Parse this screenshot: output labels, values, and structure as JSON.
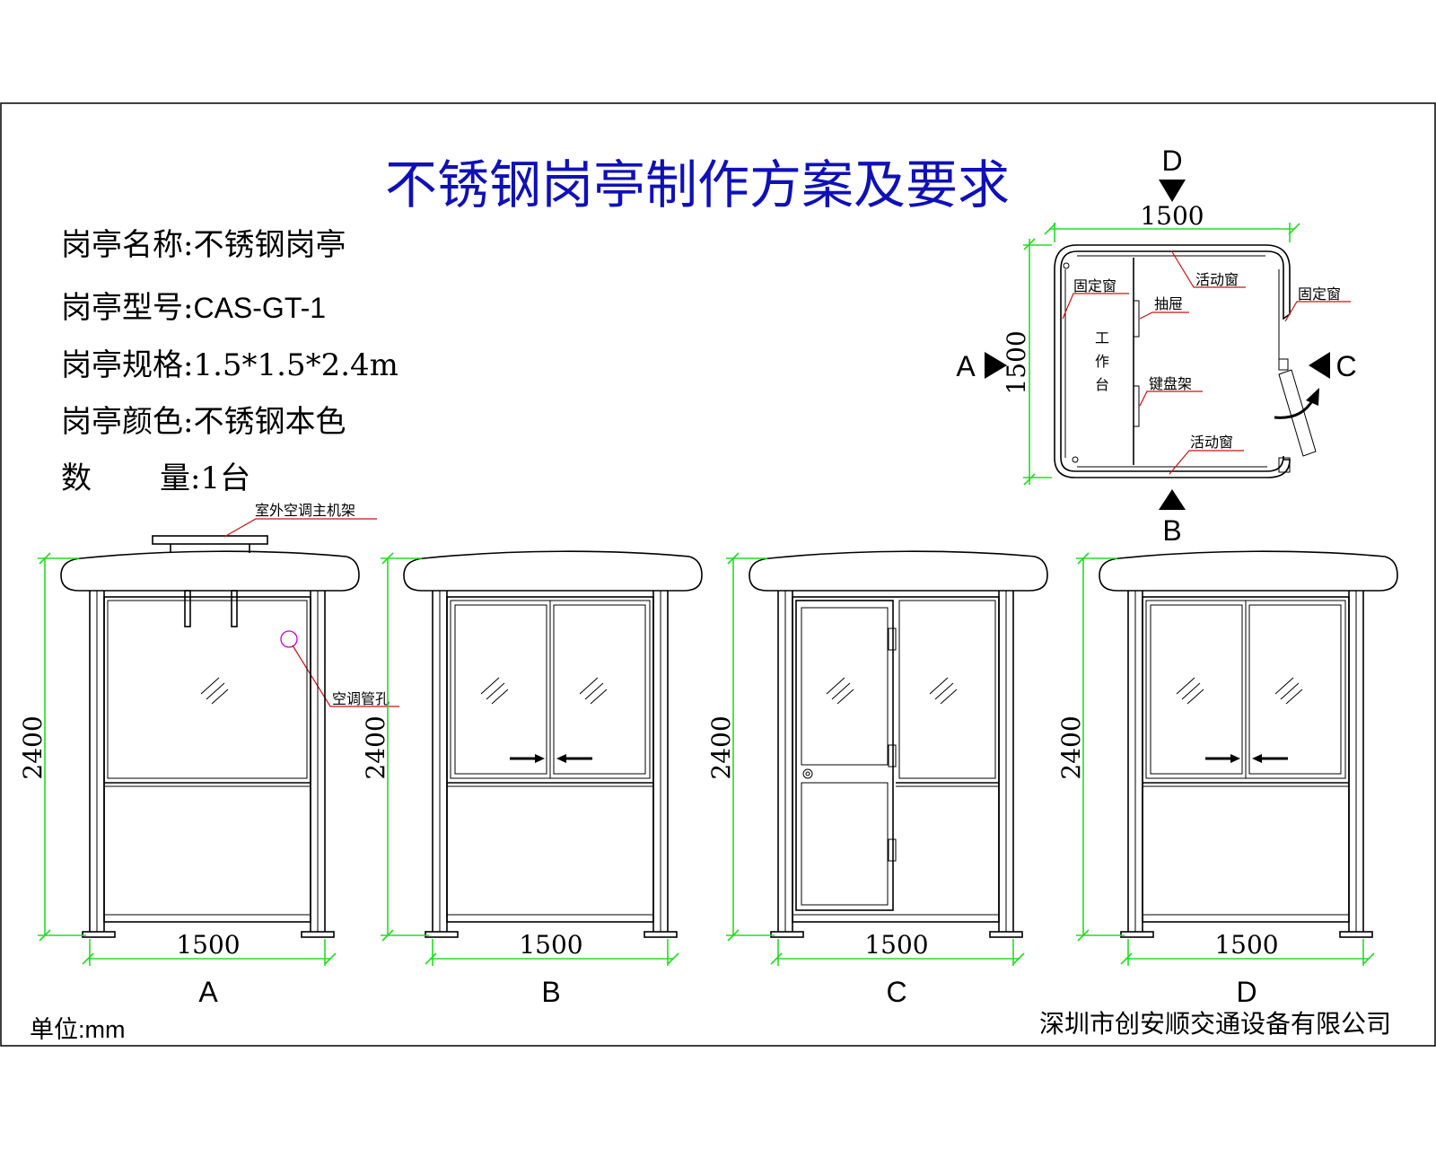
{
  "title": "不锈钢岗亭制作方案及要求",
  "info": {
    "name": "岗亭名称:不锈钢岗亭",
    "model_label": "岗亭型号:",
    "model_value": "CAS-GT-1",
    "spec_label": "岗亭规格:",
    "spec_value": "1.5*1.5*2.4m",
    "color": "岗亭颜色:不锈钢本色",
    "qty_label": "数",
    "qty_label2": "量:1台"
  },
  "plan": {
    "marker_d": "D",
    "marker_a": "A",
    "marker_b": "B",
    "marker_c": "C",
    "dim_width": "1500",
    "dim_depth": "1500",
    "label_fixed_left": "固定窗",
    "label_sliding_top": "活动窗",
    "label_fixed_right": "固定窗",
    "label_drawer": "抽屉",
    "label_keyboard": "键盘架",
    "label_sliding_bottom": "活动窗",
    "label_desk": [
      "工",
      "作",
      "台"
    ]
  },
  "annotations": {
    "ac_rack": "室外空调主机架",
    "ac_hole": "空调管孔"
  },
  "elevations": [
    {
      "label": "A",
      "width": "1500",
      "height": "2400"
    },
    {
      "label": "B",
      "width": "1500",
      "height": "2400"
    },
    {
      "label": "C",
      "width": "1500",
      "height": "2400"
    },
    {
      "label": "D",
      "width": "1500",
      "height": "2400"
    }
  ],
  "footer": {
    "unit": "单位:mm",
    "company": "深圳市创安顺交通设备有限公司"
  },
  "colors": {
    "title": "#1010b8",
    "dimension": "#22dd22",
    "leader": "#d01010",
    "ac_hole": "#cc00cc"
  }
}
